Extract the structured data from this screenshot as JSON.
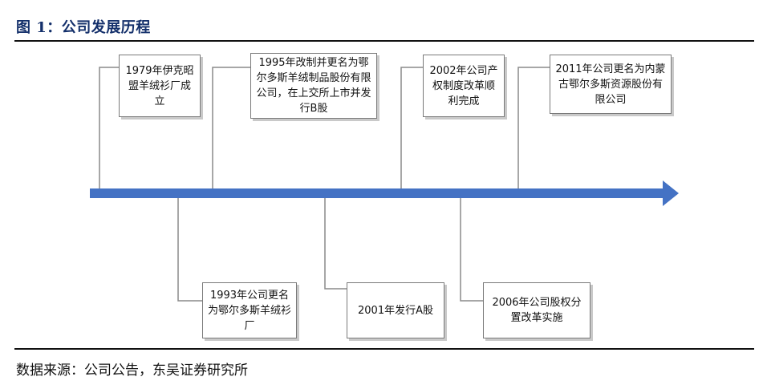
{
  "figure": {
    "title": "图 1：公司发展历程",
    "source": "数据来源：公司公告，东吴证券研究所"
  },
  "colors": {
    "axis": "#4472c4",
    "connector": "#8a8a8a",
    "title": "#14306b"
  },
  "events_above": [
    {
      "text": "1979年伊克昭盟羊绒衫厂成立"
    },
    {
      "text": "1995年改制并更名为鄂尔多斯羊绒制品股份有限公司，在上交所上市并发行B股"
    },
    {
      "text": "2002年公司产权制度改革顺利完成"
    },
    {
      "text": "2011年公司更名为内蒙古鄂尔多斯资源股份有限公司"
    }
  ],
  "events_below": [
    {
      "text": "1993年公司更名为鄂尔多斯羊绒衫厂"
    },
    {
      "text": "2001年发行A股"
    },
    {
      "text": "2006年公司股权分置改革实施"
    }
  ]
}
